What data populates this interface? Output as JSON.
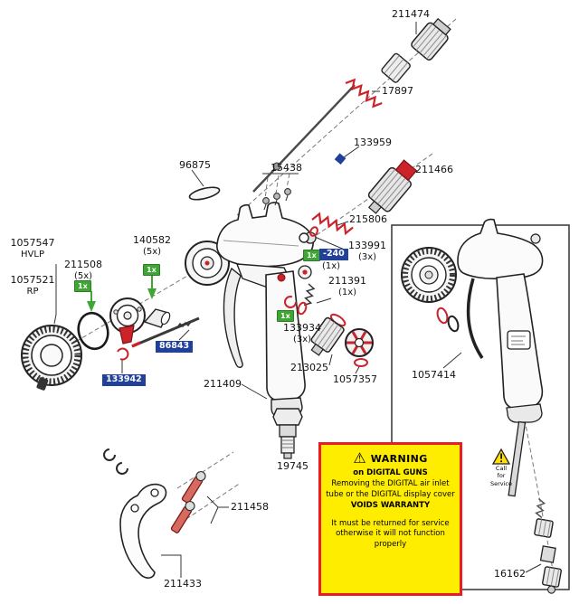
{
  "colors": {
    "accent_red": "#cc2229",
    "badge_green": "#3fa535",
    "label_blue": "#21409a",
    "warning_bg": "#ffed00",
    "warning_border": "#ec1c24",
    "line": "#222222"
  },
  "badge_text": "1x",
  "parts": {
    "p211474": {
      "num": "211474"
    },
    "p17897": {
      "num": "17897"
    },
    "p133959": {
      "num": "133959"
    },
    "p211466": {
      "num": "211466"
    },
    "p96875": {
      "num": "96875"
    },
    "p15438": {
      "num": "15438"
    },
    "p215806": {
      "num": "215806"
    },
    "p133991": {
      "num": "133991",
      "qty": "(3x)"
    },
    "p240": {
      "num": "-240",
      "qty": "(1x)"
    },
    "p140582": {
      "num": "140582",
      "qty": "(5x)"
    },
    "p211508": {
      "num": "211508",
      "qty": "(5x)"
    },
    "p1057547": {
      "num": "1057547",
      "variant": "HVLP"
    },
    "p1057521": {
      "num": "1057521",
      "variant": "RP"
    },
    "p86843": {
      "num": "86843"
    },
    "p133942": {
      "num": "133942"
    },
    "p211409": {
      "num": "211409"
    },
    "p211391": {
      "num": "211391",
      "qty": "(1x)"
    },
    "p133934": {
      "num": "133934",
      "qty": "(3x)"
    },
    "p213025": {
      "num": "213025"
    },
    "p1057357": {
      "num": "1057357"
    },
    "p19745": {
      "num": "19745"
    },
    "p211458": {
      "num": "211458"
    },
    "p211433": {
      "num": "211433"
    },
    "p1057414": {
      "num": "1057414"
    },
    "p16162": {
      "num": "16162"
    }
  },
  "warning": {
    "title": "WARNING",
    "line1": "on DIGITAL GUNS",
    "line2": "Removing the DIGITAL air inlet",
    "line3": "tube or the DIGITAL display cover",
    "line4": "VOIDS WARRANTY",
    "line5": "It must be returned for service",
    "line6": "otherwise it will not function",
    "line7": "properly"
  },
  "service_note": {
    "line1": "Call",
    "line2": "for",
    "line3": "Service"
  }
}
